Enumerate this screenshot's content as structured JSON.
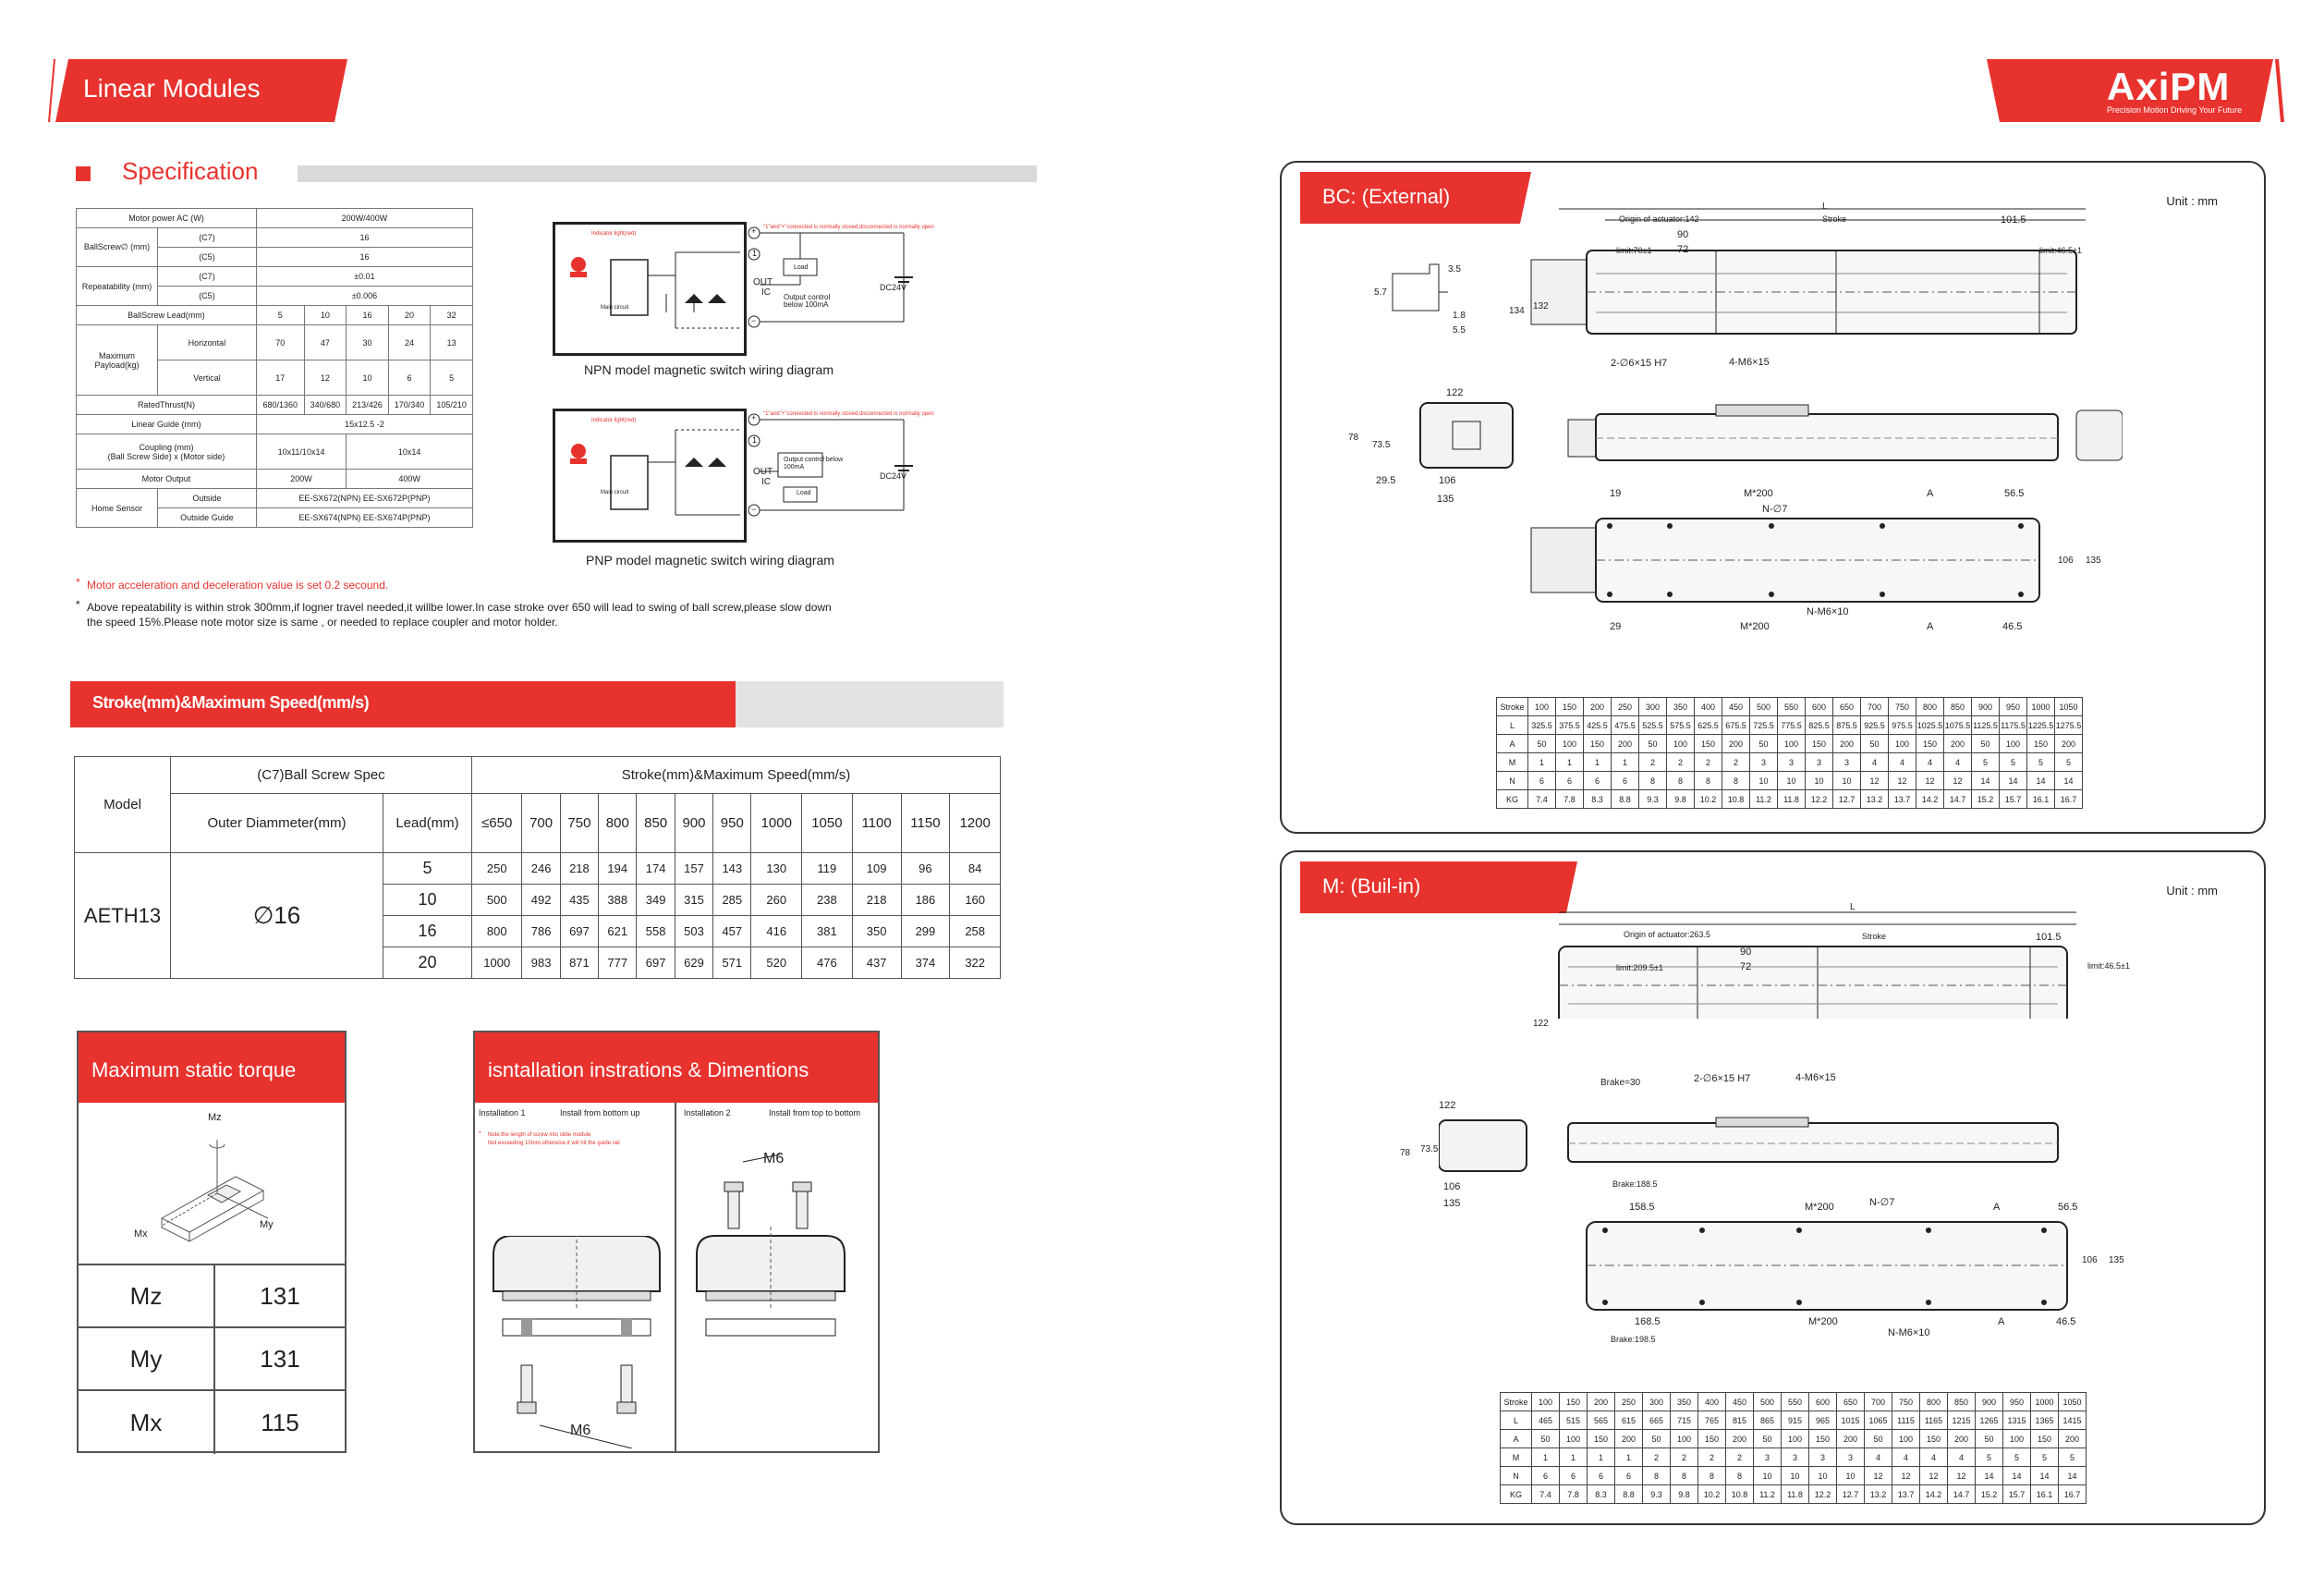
{
  "header": {
    "title": "Linear Modules",
    "logo": "AxiPM",
    "tagline": "Precision Motion Driving Your Future"
  },
  "spec": {
    "heading": "Specification",
    "rows": {
      "motor_power_label": "Motor power AC (W)",
      "motor_power_value": "200W/400W",
      "ballscrew_label": "BallScrew∅ (mm)",
      "c7": "(C7)",
      "c5": "(C5)",
      "ballscrew_c7": "16",
      "ballscrew_c5": "16",
      "repeat_label": "Repeatability  (mm)",
      "repeat_c7": "±0.01",
      "repeat_c5": "±0.006",
      "lead_label": "BallScrew Lead(mm)",
      "leads": [
        "5",
        "10",
        "16",
        "20",
        "32"
      ],
      "payload_label": "Maximum Payload(kg)",
      "horizontal": "Horizontal",
      "vertical": "Vertical",
      "payload_h": [
        "70",
        "47",
        "30",
        "24",
        "13"
      ],
      "payload_v": [
        "17",
        "12",
        "10",
        "6",
        "5"
      ],
      "thrust_label": "RatedThrust(N)",
      "thrust": [
        "680/1360",
        "340/680",
        "213/426",
        "170/340",
        "105/210"
      ],
      "guide_label": "Linear Guide (mm)",
      "guide_value": "15x12.5  -2",
      "coupling_label_1": "Coupling (mm)",
      "coupling_label_2": "(Ball Screw Side) x (Motor side)",
      "coupling_a": "10x11/10x14",
      "coupling_b": "10x14",
      "motor_output_label": "Motor Output",
      "motor_output_a": "200W",
      "motor_output_b": "400W",
      "home_label": "Home Sensor",
      "outside": "Outside",
      "outside_guide": "Outside Guide",
      "outside_value": "EE-SX672(NPN)  EE-SX672P(PNP)",
      "outside_guide_value": "EE-SX674(NPN)  EE-SX674P(PNP)"
    }
  },
  "wiring": {
    "npn_caption": "NPN model magnetic switch wiring diagram",
    "pnp_caption": "PNP model magnetic switch wiring diagram",
    "note": "\"1\"and\"+\"connected is normally closed,disconnected is normally open",
    "indicator": "Indicator light(red)",
    "main_circuit": "Main circuit",
    "load": "Load",
    "out": "OUT",
    "ic": "IC",
    "output_control": "Output control below 100mA",
    "dc": "DC24V",
    "plus": "+",
    "one": "1",
    "minus": "−"
  },
  "footnotes": {
    "note1": "Motor acceleration and deceleration value is set 0.2 secound.",
    "note2a": "Above repeatability is within strok 300mm,if logner travel needed,it willbe lower.In case stroke over 650 will lead to swing of ball screw,please slow down",
    "note2b": "the speed 15%.Please note motor size is same , or needed to replace coupler and motor holder.",
    "star": "*"
  },
  "speed": {
    "bar_title": "Stroke(mm)&Maximum Speed(mm/s)",
    "model_label": "Model",
    "spec_label": "(C7)Ball Screw Spec",
    "stroke_label": "Stroke(mm)&Maximum Speed(mm/s)",
    "outer_label": "Outer Diammeter(mm)",
    "lead_label": "Lead(mm)",
    "strokes": [
      "≤650",
      "700",
      "750",
      "800",
      "850",
      "900",
      "950",
      "1000",
      "1050",
      "1100",
      "1150",
      "1200"
    ],
    "model": "AETH13",
    "diameter": "∅16",
    "rows": [
      {
        "lead": "5",
        "values": [
          "250",
          "246",
          "218",
          "194",
          "174",
          "157",
          "143",
          "130",
          "119",
          "109",
          "96",
          "84"
        ]
      },
      {
        "lead": "10",
        "values": [
          "500",
          "492",
          "435",
          "388",
          "349",
          "315",
          "285",
          "260",
          "238",
          "218",
          "186",
          "160"
        ]
      },
      {
        "lead": "16",
        "values": [
          "800",
          "786",
          "697",
          "621",
          "558",
          "503",
          "457",
          "416",
          "381",
          "350",
          "299",
          "258"
        ]
      },
      {
        "lead": "20",
        "values": [
          "1000",
          "983",
          "871",
          "777",
          "697",
          "629",
          "571",
          "520",
          "476",
          "437",
          "374",
          "322"
        ]
      }
    ]
  },
  "torque": {
    "title": "Maximum static torque",
    "axes": [
      "Mz",
      "My",
      "Mx"
    ],
    "rows": [
      {
        "label": "Mz",
        "value": "131"
      },
      {
        "label": "My",
        "value": "131"
      },
      {
        "label": "Mx",
        "value": "115"
      }
    ]
  },
  "install": {
    "title": "isntallation  instrations & Dimentions",
    "inst1": "Installation 1",
    "inst1_desc": "Install from bottom up",
    "inst2": "Installation 2",
    "inst2_desc": "Install from top to bottom",
    "note1": "Note:the length of screw into slide module",
    "note2": "Not exceeding 10mm,otherwise it will hit the guide rail",
    "m6_top": "M6",
    "m6_bottom": "M6",
    "star": "*"
  },
  "bc": {
    "title": "BC: (External)",
    "unit": "Unit : mm",
    "labels": {
      "L": "L",
      "origin": "Origin of actuator:142",
      "stroke": "Stroke",
      "d1015": "101.5",
      "d90": "90",
      "d72": "72",
      "limit70": "limit:70±1",
      "limit46": "limit:46.5±1",
      "h134": "134",
      "h132": "132",
      "hole": "2-∅6×15 H7",
      "m6x15": "4-M6×15",
      "d35": "3.5",
      "d57": "5.7",
      "d18": "1.8",
      "d55": "5.5",
      "w122": "122",
      "h78": "78",
      "h735": "73.5",
      "d295": "29.5",
      "w106": "106",
      "w135": "135",
      "d19": "19",
      "m200": "M*200",
      "A": "A",
      "d565": "56.5",
      "n7": "N-∅7",
      "v106": "106",
      "v135": "135",
      "nm6": "N-M6×10",
      "d29": "29",
      "m200b": "M*200",
      "Ab": "A",
      "d465": "46.5"
    },
    "table": {
      "headers": [
        "Stroke",
        "100",
        "150",
        "200",
        "250",
        "300",
        "350",
        "400",
        "450",
        "500",
        "550",
        "600",
        "650",
        "700",
        "750",
        "800",
        "850",
        "900",
        "950",
        "1000",
        "1050"
      ],
      "rows": [
        [
          "L",
          "325.5",
          "375.5",
          "425.5",
          "475.5",
          "525.5",
          "575.5",
          "625.5",
          "675.5",
          "725.5",
          "775.5",
          "825.5",
          "875.5",
          "925.5",
          "975.5",
          "1025.5",
          "1075.5",
          "1125.5",
          "1175.5",
          "1225.5",
          "1275.5"
        ],
        [
          "A",
          "50",
          "100",
          "150",
          "200",
          "50",
          "100",
          "150",
          "200",
          "50",
          "100",
          "150",
          "200",
          "50",
          "100",
          "150",
          "200",
          "50",
          "100",
          "150",
          "200"
        ],
        [
          "M",
          "1",
          "1",
          "1",
          "1",
          "2",
          "2",
          "2",
          "2",
          "3",
          "3",
          "3",
          "3",
          "4",
          "4",
          "4",
          "4",
          "5",
          "5",
          "5",
          "5"
        ],
        [
          "N",
          "6",
          "6",
          "6",
          "6",
          "8",
          "8",
          "8",
          "8",
          "10",
          "10",
          "10",
          "10",
          "12",
          "12",
          "12",
          "12",
          "14",
          "14",
          "14",
          "14"
        ],
        [
          "KG",
          "7.4",
          "7.8",
          "8.3",
          "8.8",
          "9.3",
          "9.8",
          "10.2",
          "10.8",
          "11.2",
          "11.8",
          "12.2",
          "12.7",
          "13.2",
          "13.7",
          "14.2",
          "14.7",
          "15.2",
          "15.7",
          "16.1",
          "16.7"
        ]
      ]
    }
  },
  "m": {
    "title": "M: (Buil-in)",
    "unit": "Unit : mm",
    "labels": {
      "L": "L",
      "origin": "Origin of actuator:263.5",
      "stroke": "Stroke",
      "d1015": "101.5",
      "d90": "90",
      "d72": "72",
      "limit209": "limit:209.5±1",
      "limit46": "limit:46.5±1",
      "h122": "122",
      "brake30": "Brake=30",
      "hole": "2-∅6×15 H7",
      "m6x15": "4-M6×15",
      "w122": "122",
      "h78": "78",
      "h735": "73.5",
      "w106": "106",
      "w135": "135",
      "brake1885": "Brake:188.5",
      "d1585": "158.5",
      "m200": "M*200",
      "n7": "N-∅7",
      "A": "A",
      "d565": "56.5",
      "v106": "106",
      "v135": "135",
      "d1685": "168.5",
      "m200b": "M*200",
      "Ab": "A",
      "d465": "46.5",
      "nm6": "N-M6×10",
      "brake1985": "Brake:198.5"
    },
    "table": {
      "headers": [
        "Stroke",
        "100",
        "150",
        "200",
        "250",
        "300",
        "350",
        "400",
        "450",
        "500",
        "550",
        "600",
        "650",
        "700",
        "750",
        "800",
        "850",
        "900",
        "950",
        "1000",
        "1050"
      ],
      "rows": [
        [
          "L",
          "465",
          "515",
          "565",
          "615",
          "665",
          "715",
          "765",
          "815",
          "865",
          "915",
          "965",
          "1015",
          "1065",
          "1115",
          "1165",
          "1215",
          "1265",
          "1315",
          "1365",
          "1415"
        ],
        [
          "A",
          "50",
          "100",
          "150",
          "200",
          "50",
          "100",
          "150",
          "200",
          "50",
          "100",
          "150",
          "200",
          "50",
          "100",
          "150",
          "200",
          "50",
          "100",
          "150",
          "200"
        ],
        [
          "M",
          "1",
          "1",
          "1",
          "1",
          "2",
          "2",
          "2",
          "2",
          "3",
          "3",
          "3",
          "3",
          "4",
          "4",
          "4",
          "4",
          "5",
          "5",
          "5",
          "5"
        ],
        [
          "N",
          "6",
          "6",
          "6",
          "6",
          "8",
          "8",
          "8",
          "8",
          "10",
          "10",
          "10",
          "10",
          "12",
          "12",
          "12",
          "12",
          "14",
          "14",
          "14",
          "14"
        ],
        [
          "KG",
          "7.4",
          "7.8",
          "8.3",
          "8.8",
          "9.3",
          "9.8",
          "10.2",
          "10.8",
          "11.2",
          "11.8",
          "12.2",
          "12.7",
          "13.2",
          "13.7",
          "14.2",
          "14.7",
          "15.2",
          "15.7",
          "16.1",
          "16.7"
        ]
      ]
    }
  },
  "colors": {
    "brand_red": "#e8322e",
    "grey_band": "#d9d9d9"
  }
}
